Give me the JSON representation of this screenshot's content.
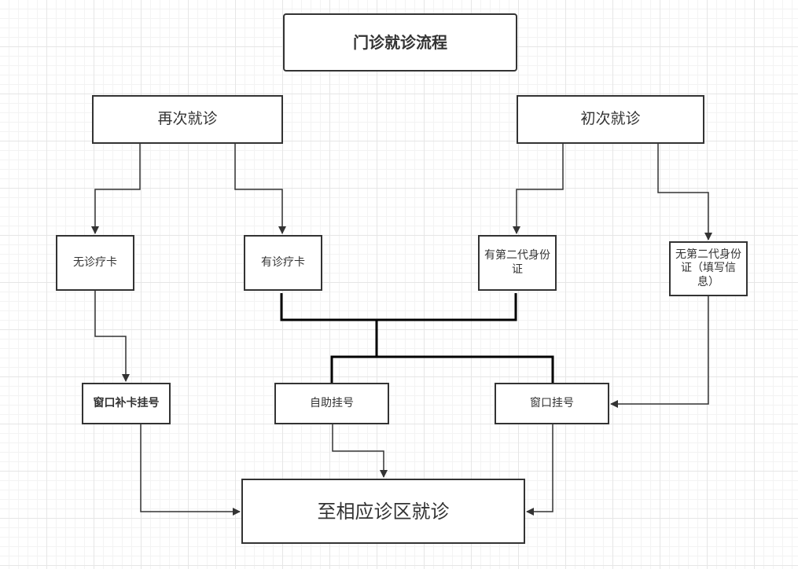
{
  "diagram": {
    "title": "门诊就诊流程",
    "nodes": {
      "revisit": "再次就诊",
      "first_visit": "初次就诊",
      "no_card": "无诊疗卡",
      "has_card": "有诊疗卡",
      "has_id": "有第二代身份证",
      "no_id": "无第二代身份证（填写信息）",
      "window_replace_card": "窗口补卡挂号",
      "self_service": "自助挂号",
      "window_register": "窗口挂号",
      "final": "至相应诊区就诊"
    },
    "edges": [
      {
        "from": "revisit",
        "to": "no_card"
      },
      {
        "from": "revisit",
        "to": "has_card"
      },
      {
        "from": "first_visit",
        "to": "has_id"
      },
      {
        "from": "first_visit",
        "to": "no_id"
      },
      {
        "from": "no_card",
        "to": "window_replace_card"
      },
      {
        "from": [
          "has_card",
          "has_id"
        ],
        "to": [
          "self_service",
          "window_register"
        ]
      },
      {
        "from": "no_id",
        "to": "window_register"
      },
      {
        "from": "window_replace_card",
        "to": "final"
      },
      {
        "from": "self_service",
        "to": "final"
      },
      {
        "from": "window_register",
        "to": "final"
      }
    ]
  }
}
